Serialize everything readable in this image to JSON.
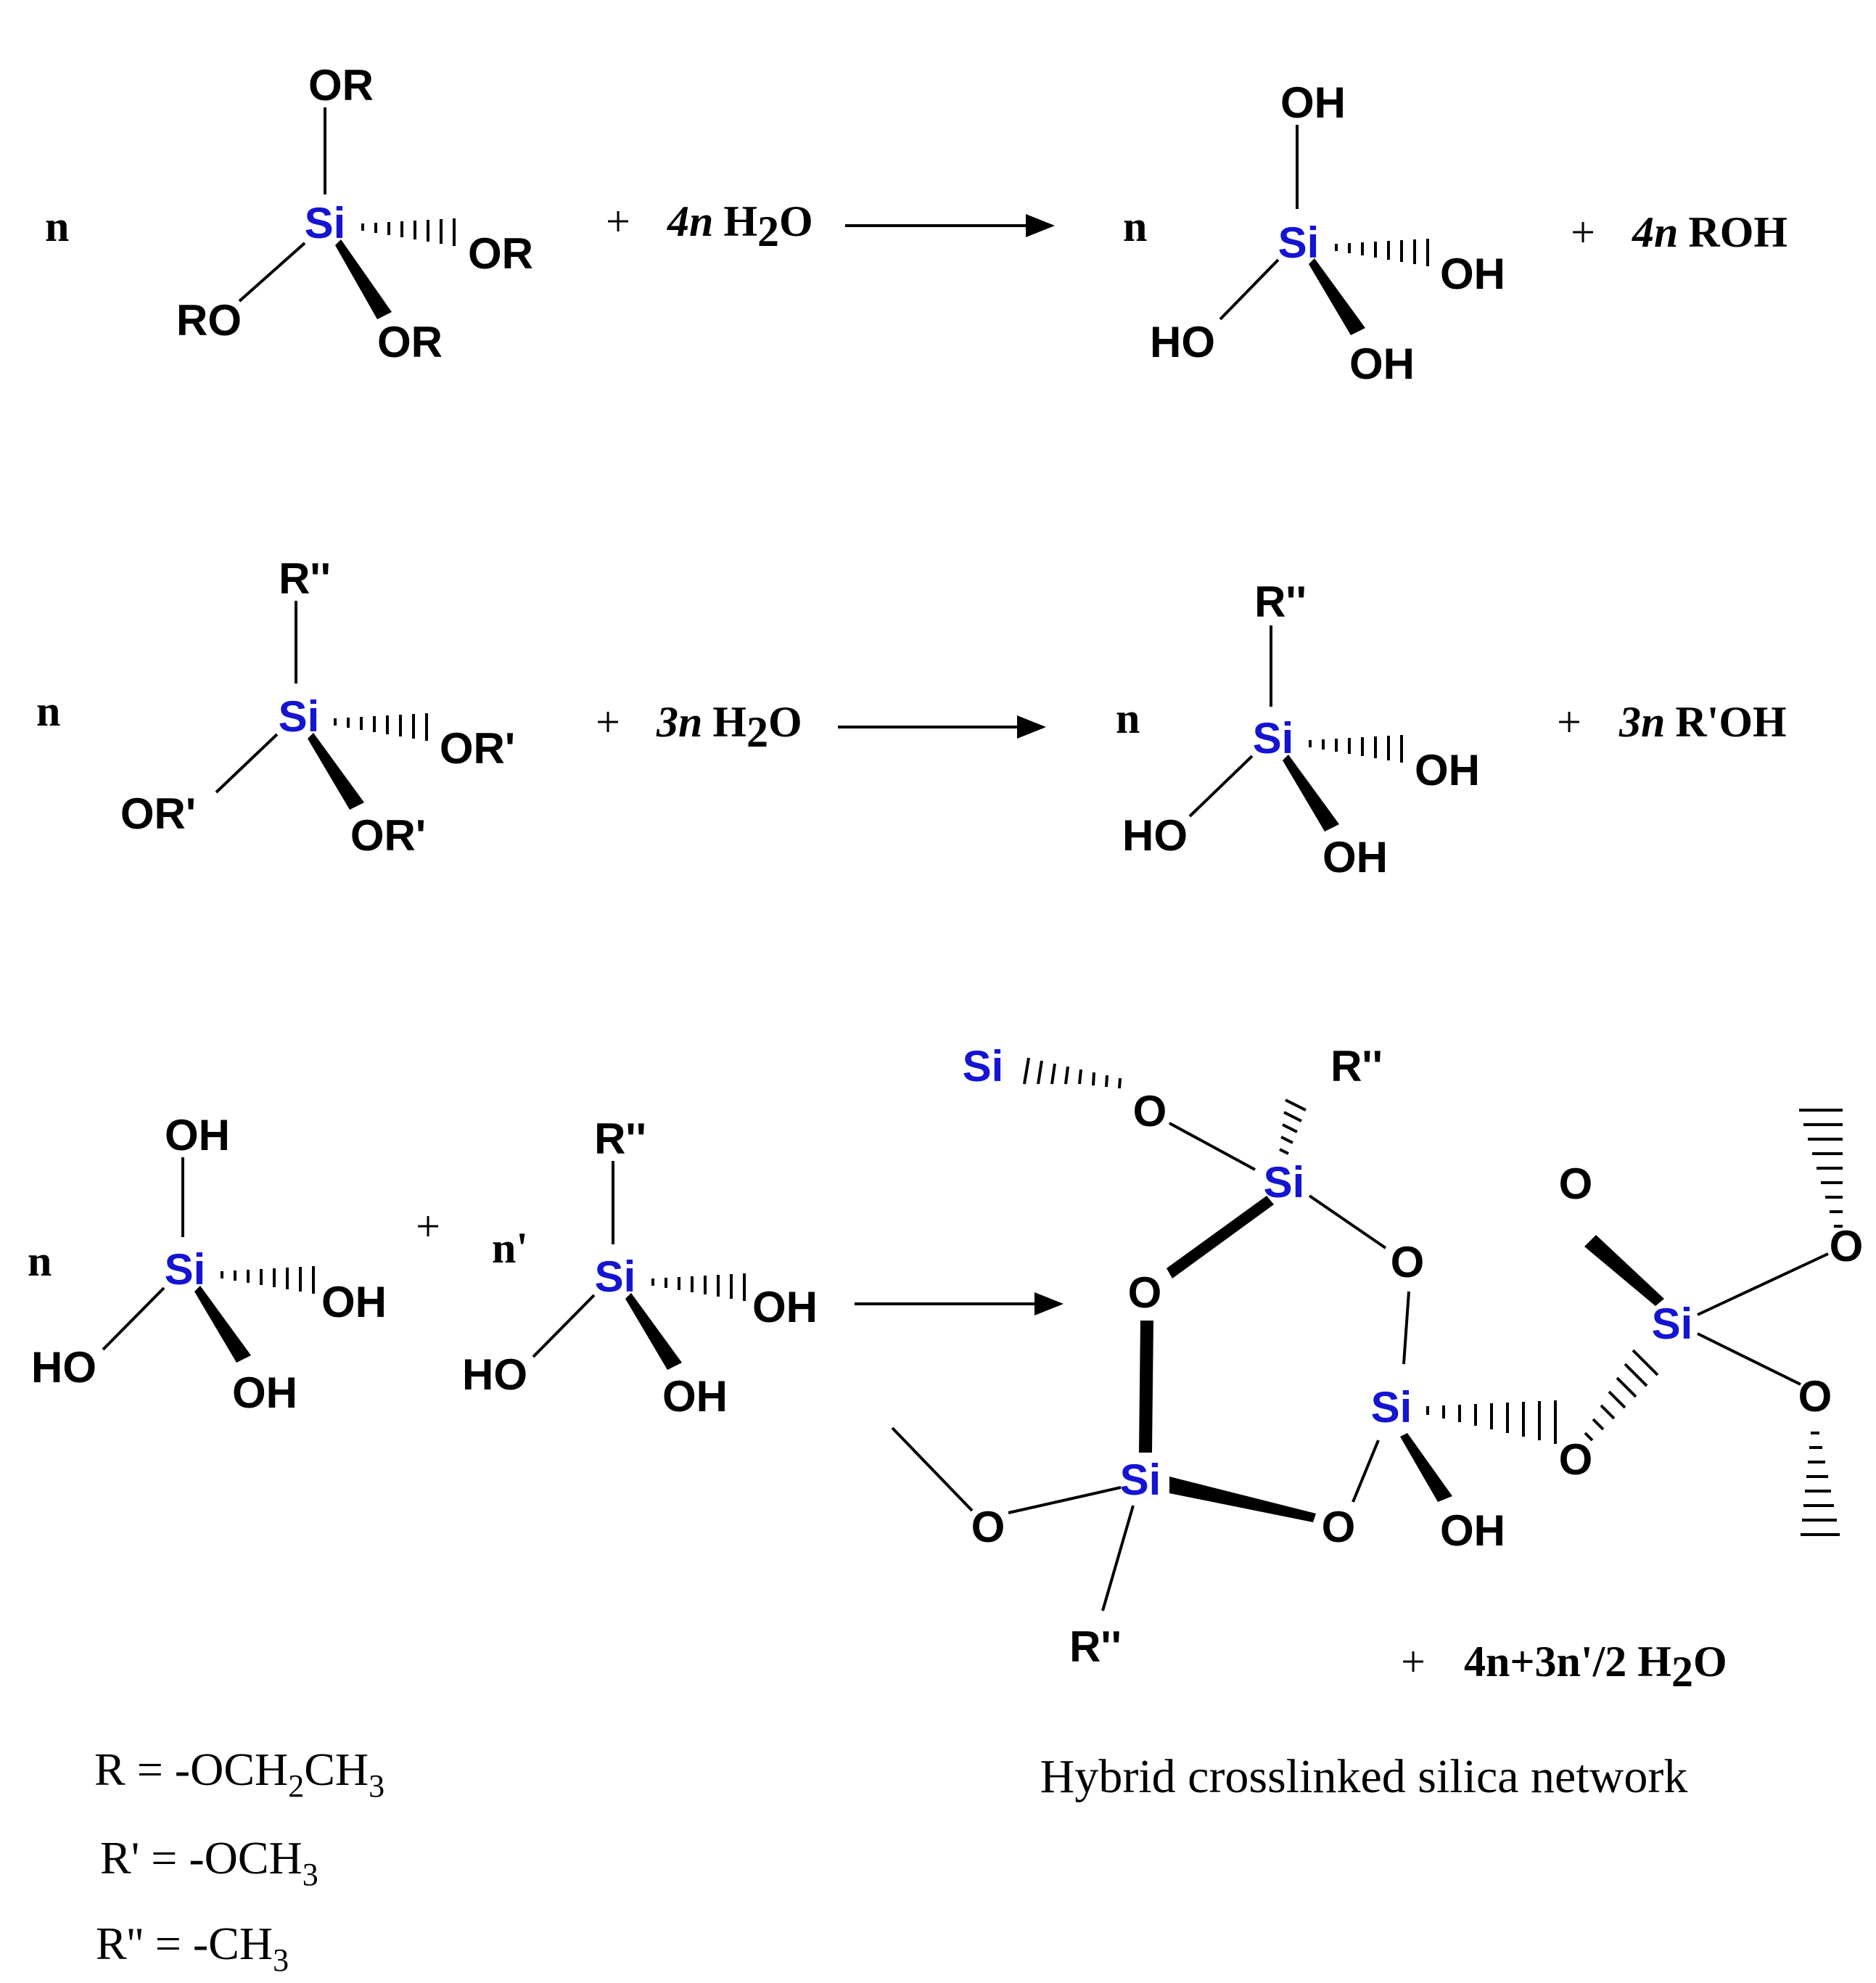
{
  "colors": {
    "silicon": "#1414d2",
    "ink": "#000000",
    "background": "#ffffff"
  },
  "atoms": {
    "si": "Si",
    "or": "OR",
    "ro": "RO",
    "oh": "OH",
    "ho": "HO",
    "or_prime": "OR'",
    "r_dprime": "R''",
    "o": "O"
  },
  "equations": [
    {
      "reactant_coef": "n",
      "water_coef": "4n",
      "water": "H",
      "water_sub": "2",
      "water_o": "O",
      "product_coef": "n",
      "byproduct_coef": "4n",
      "byproduct": "ROH"
    },
    {
      "reactant_coef": "n",
      "water_coef": "3n",
      "water": "H",
      "water_sub": "2",
      "water_o": "O",
      "product_coef": "n",
      "byproduct_coef": "3n",
      "byproduct": "R'OH"
    },
    {
      "reactant1_coef": "n",
      "reactant2_coef": "n'",
      "water_term": "4n+3n'/2 H",
      "water_sub": "2",
      "water_o": "O"
    }
  ],
  "plus": "+",
  "caption": "Hybrid crosslinked silica network",
  "legend": [
    {
      "lhs": "R = -OCH",
      "sub1": "2",
      "mid": "CH",
      "sub2": "3"
    },
    {
      "lhs": "R' = -OCH",
      "sub1": "3"
    },
    {
      "lhs": "R'' = -CH",
      "sub1": "3"
    }
  ]
}
